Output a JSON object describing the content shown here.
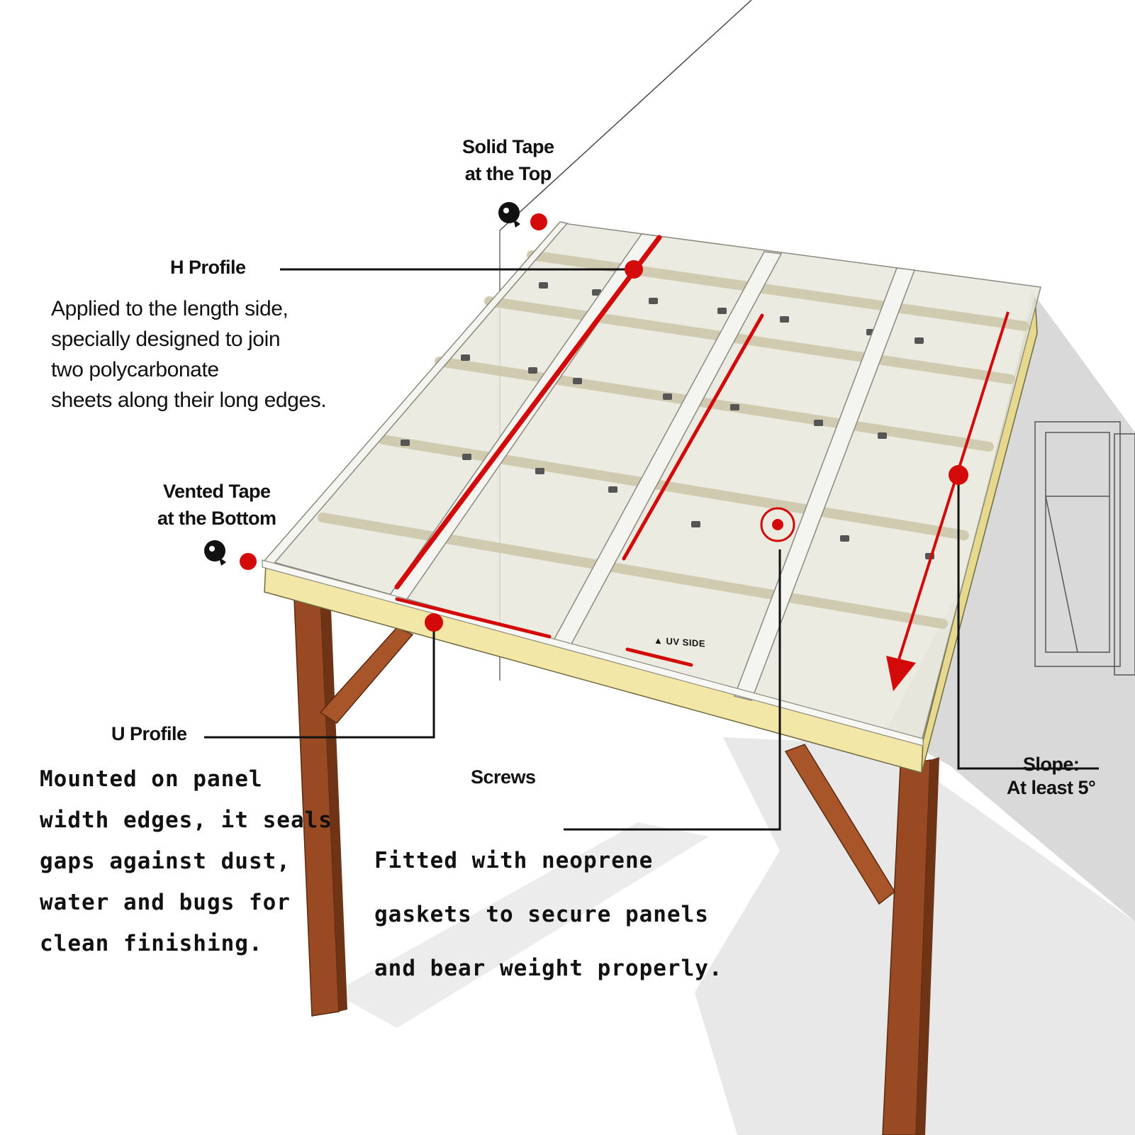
{
  "colors": {
    "accent_red": "#d40a0a",
    "leader_line": "#111111",
    "timber": "#9a4a22",
    "fascia": "#f2e7a6",
    "panel": "#e4e1d2",
    "h_profile": "#f4f4f1",
    "wall_shadow": "#d6d6d6"
  },
  "icons": [
    "tape-roll-icon",
    "tape-roll-icon",
    "red-callout-dot",
    "slope-arrow"
  ],
  "labels": {
    "solid_tape": {
      "title": "Solid Tape\nat the Top"
    },
    "h_profile": {
      "title": "H Profile",
      "description": "Applied to the length side,\nspecially designed to join\n      two polycarbonate\n   sheets along their long edges."
    },
    "vented_tape": {
      "title": "Vented Tape\nat the Bottom"
    },
    "u_profile": {
      "title": "U Profile",
      "description": "Mounted on panel\nwidth edges, it seals\ngaps against dust,\nwater and bugs for\nclean finishing."
    },
    "screws": {
      "title": "Screws",
      "description": "Fitted with neoprene\ngaskets to secure panels\n and bear weight properly."
    },
    "slope": {
      "title": "Slope:\nAt least 5°"
    },
    "sheet_marking": "▲ UV SIDE"
  }
}
